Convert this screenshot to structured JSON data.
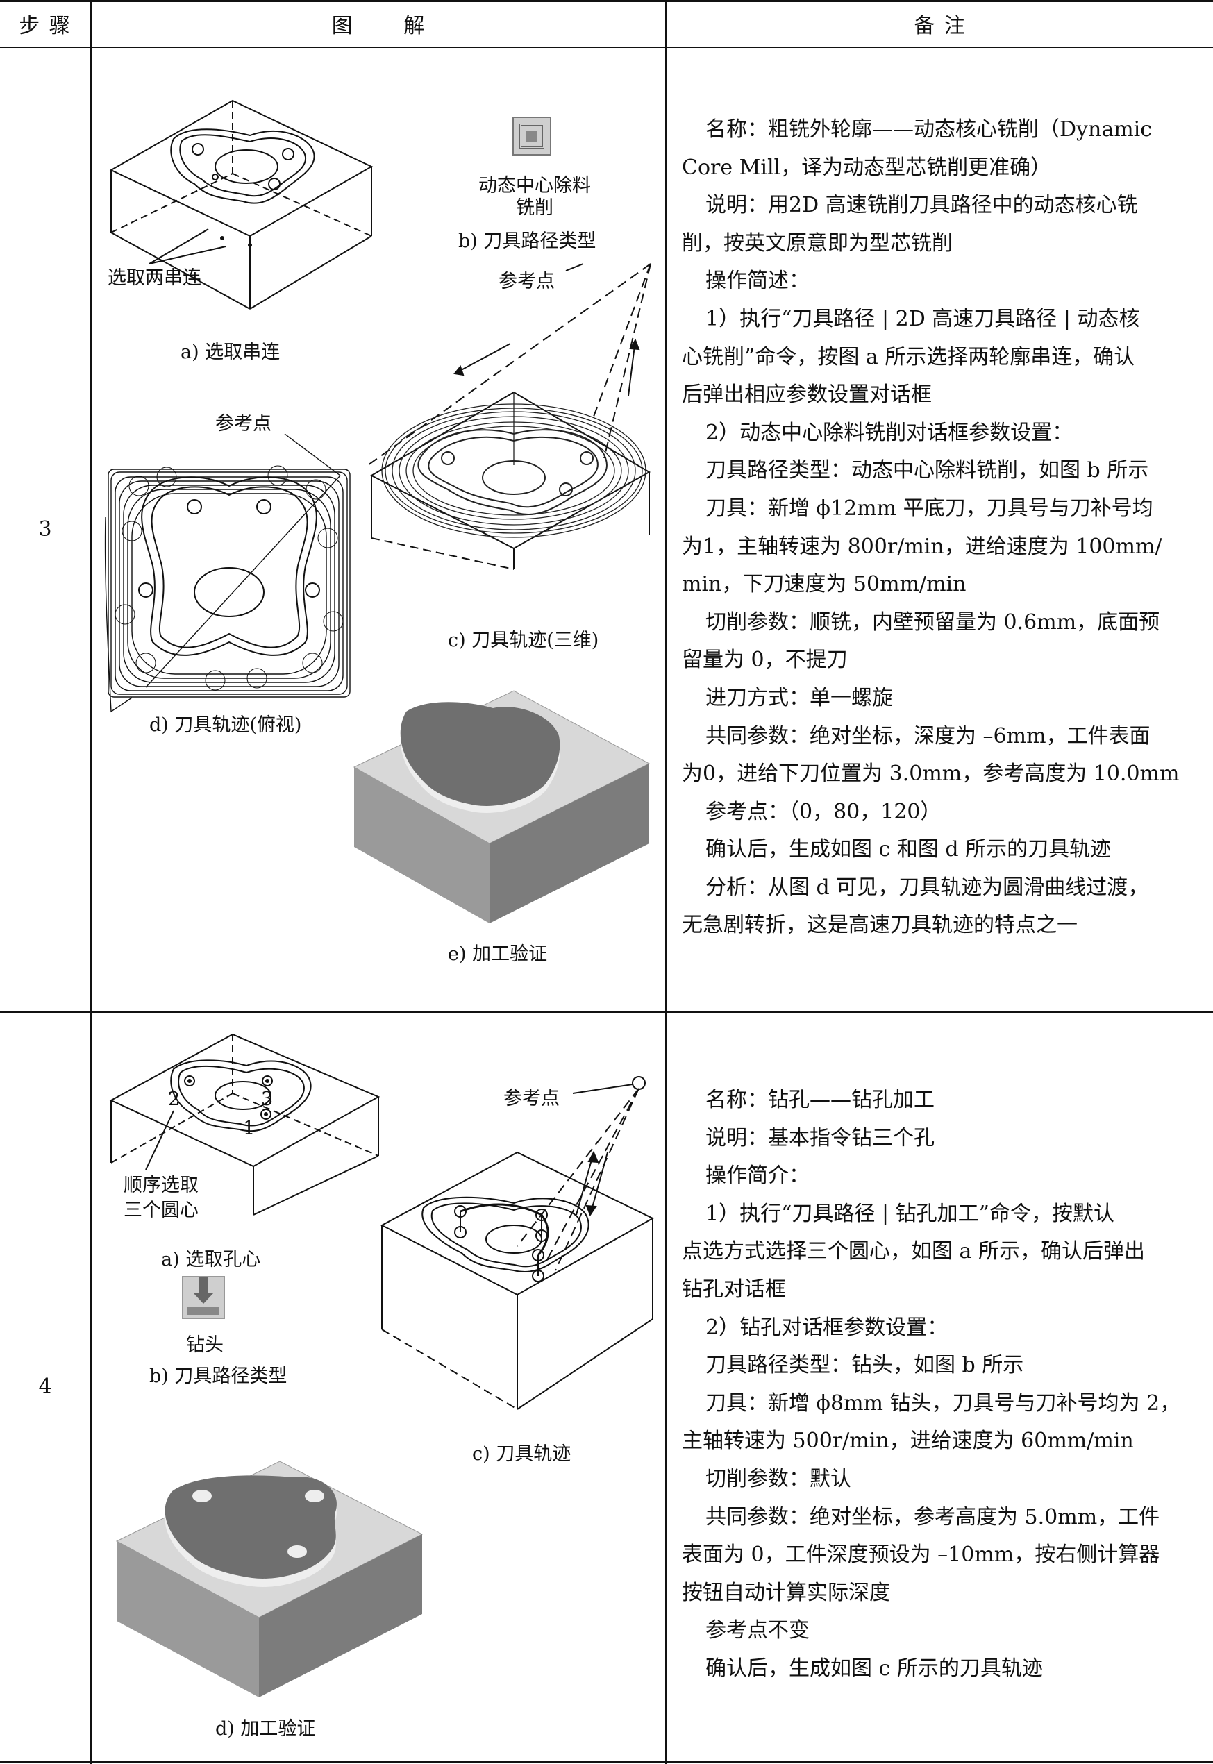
{
  "header": {
    "col_step": "步 骤",
    "col_figure": "图 解",
    "col_notes": "备 注"
  },
  "rows": [
    {
      "step": "3",
      "figures": {
        "a_label": "选取两串连",
        "a_caption": "a) 选取串连",
        "b_icon_title_1": "动态中心除料",
        "b_icon_title_2": "铣削",
        "b_caption": "b) 刀具路径类型",
        "ref_point_label_top": "参考点",
        "ref_point_label_d": "参考点",
        "c_caption": "c) 刀具轨迹(三维)",
        "d_caption": "d) 刀具轨迹(俯视)",
        "e_caption": "e) 加工验证"
      },
      "notes": [
        "名称：粗铣外轮廓——动态核心铣削（Dynamic",
        "Core Mill，译为动态型芯铣削更准确）",
        "说明：用2D 高速铣削刀具路径中的动态核心铣",
        "削，按英文原意即为型芯铣削",
        "操作简述：",
        "1）执行“刀具路径 | 2D 高速刀具路径 | 动态核",
        "心铣削”命令，按图 a 所示选择两轮廓串连，确认",
        "后弹出相应参数设置对话框",
        "2）动态中心除料铣削对话框参数设置：",
        "刀具路径类型：动态中心除料铣削，如图 b 所示",
        "刀具：新增 ϕ12mm 平底刀，刀具号与刀补号均",
        "为1，主轴转速为 800r/min，进给速度为 100mm/",
        "min，下刀速度为 50mm/min",
        "切削参数：顺铣，内壁预留量为 0.6mm，底面预",
        "留量为 0，不提刀",
        "进刀方式：单一螺旋",
        "共同参数：绝对坐标，深度为 –6mm，工件表面",
        "为0，进给下刀位置为 3.0mm，参考高度为 10.0mm",
        "参考点：（0，80，120）",
        "确认后，生成如图 c 和图 d 所示的刀具轨迹",
        "分析：从图 d 可见，刀具轨迹为圆滑曲线过渡，",
        "无急剧转折，这是高速刀具轨迹的特点之一"
      ]
    },
    {
      "step": "4",
      "figures": {
        "ref_point_label": "参考点",
        "a_label_1": "顺序选取",
        "a_label_2": "三个圆心",
        "a_caption": "a) 选取孔心",
        "b_icon_title": "钻头",
        "b_caption": "b) 刀具路径类型",
        "c_caption": "c) 刀具轨迹",
        "d_caption": "d) 加工验证",
        "hole_1": "1",
        "hole_2": "2",
        "hole_3": "3"
      },
      "notes": [
        "名称：钻孔——钻孔加工",
        "说明：基本指令钻三个孔",
        "操作简介：",
        "1）执行“刀具路径 | 钻孔加工”命令，按默认",
        "点选方式选择三个圆心，如图 a 所示，确认后弹出",
        "钻孔对话框",
        "2）钻孔对话框参数设置：",
        "刀具路径类型：钻头，如图 b 所示",
        "刀具：新增 ϕ8mm 钻头，刀具号与刀补号均为 2，",
        "主轴转速为 500r/min，进给速度为 60mm/min",
        "切削参数：默认",
        "共同参数：绝对坐标，参考高度为 5.0mm，工件",
        "表面为 0，工件深度预设为 –10mm，按右侧计算器",
        "按钮自动计算实际深度",
        "参考点不变",
        "确认后，生成如图 c 所示的刀具轨迹"
      ]
    }
  ]
}
